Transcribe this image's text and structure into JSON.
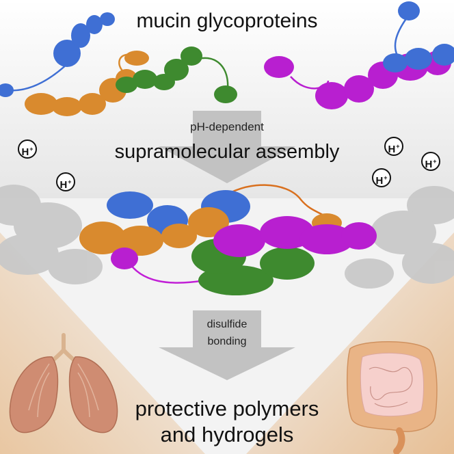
{
  "title": "mucin glycoproteins",
  "step1": {
    "line1": "pH-dependent",
    "line2": "supramolecular assembly"
  },
  "proton": {
    "symbol": "H",
    "charge": "+"
  },
  "step2": {
    "line1": "disulfide",
    "line2": "bonding"
  },
  "outcome": {
    "line1": "protective polymers",
    "line2": "and hydrogels"
  },
  "colors": {
    "blue": "#3f6fd4",
    "orange": "#d98a2e",
    "green": "#3e8a2f",
    "magenta": "#b81fd0",
    "gray_protein": "#c8c8c8",
    "arrow": "#c2c2c2",
    "tan": "#e7c49e",
    "lung": "#cf8c72",
    "intestine": "#e9b486",
    "intestine_inner": "#f6d0cc"
  },
  "icons": [
    "lungs-icon",
    "intestine-icon",
    "down-arrow-icon",
    "proton-icon"
  ]
}
